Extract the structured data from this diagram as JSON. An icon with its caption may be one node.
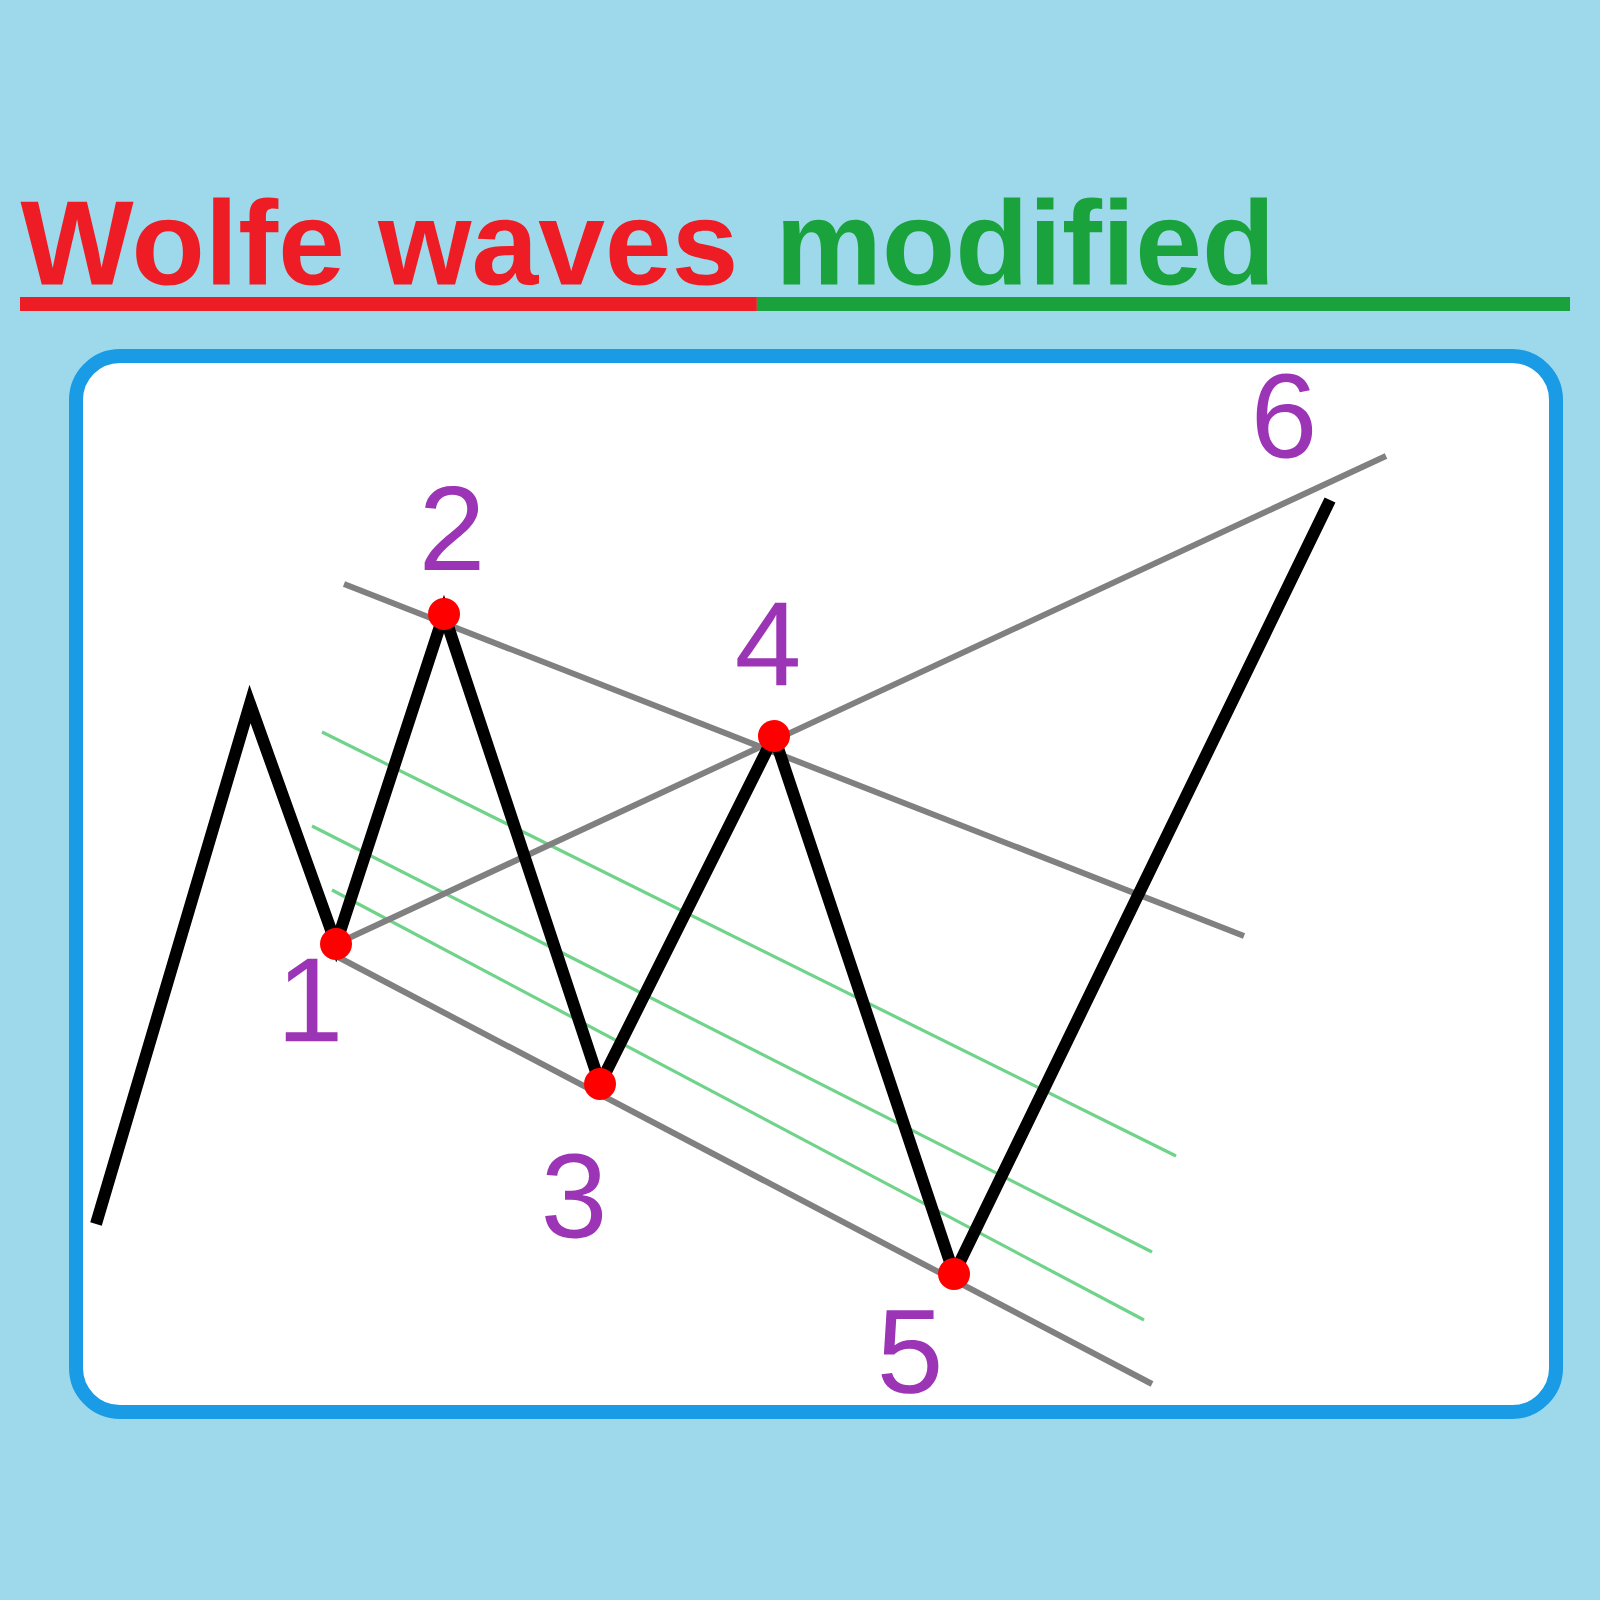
{
  "diagram": {
    "labels": [
      "Wolfe waves",
      "modified",
      "6",
      "2",
      "4",
      "1",
      "3",
      "5"
    ]
  }
}
